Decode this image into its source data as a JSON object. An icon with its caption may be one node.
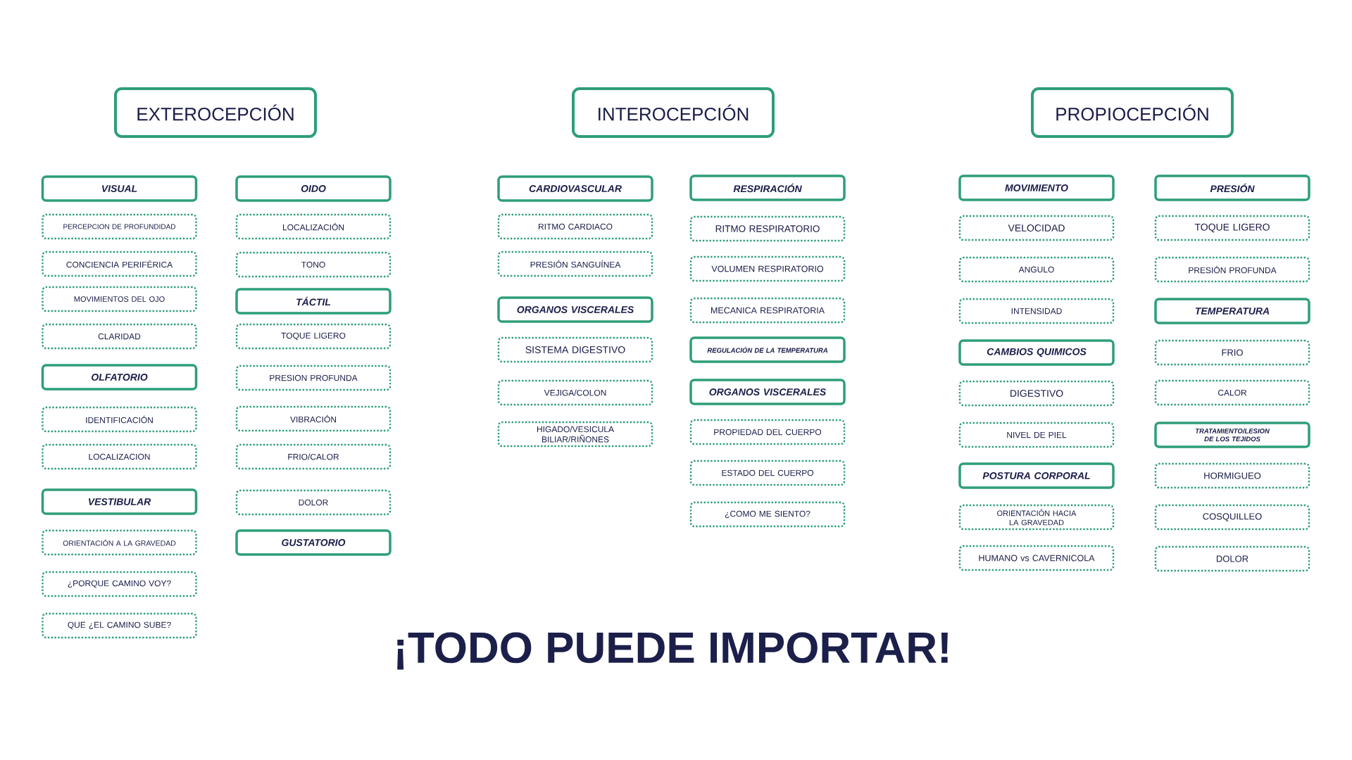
{
  "diagram": {
    "nodes": [
      {
        "text": [
          "EXTEROCEPCIÓN"
        ]
      },
      {
        "text": [
          "VISUAL"
        ]
      },
      {
        "text": [
          "PERCEPCION DE PROFUNDIDAD"
        ]
      },
      {
        "text": [
          "CONCIENCIA PERIFÉRICA"
        ]
      },
      {
        "text": [
          "MOVIMIENTOS DEL OJO"
        ]
      },
      {
        "text": [
          "CLARIDAD"
        ]
      },
      {
        "text": [
          "OLFATORIO"
        ]
      },
      {
        "text": [
          "IDENTIFICACIÓN"
        ]
      },
      {
        "text": [
          "LOCALIZACION"
        ]
      },
      {
        "text": [
          "VESTIBULAR"
        ]
      },
      {
        "text": [
          "ORIENTACIÓN A LA GRAVEDAD"
        ]
      },
      {
        "text": [
          "¿PORQUE CAMINO VOY?"
        ]
      },
      {
        "text": [
          "QUE ¿EL CAMINO SUBE?"
        ]
      },
      {
        "text": [
          "OIDO"
        ]
      },
      {
        "text": [
          "LOCALIZACIÓN"
        ]
      },
      {
        "text": [
          "TONO"
        ]
      },
      {
        "text": [
          "TÁCTIL"
        ]
      },
      {
        "text": [
          "TOQUE LIGERO"
        ]
      },
      {
        "text": [
          "PRESION PROFUNDA"
        ]
      },
      {
        "text": [
          "VIBRACIÓN"
        ]
      },
      {
        "text": [
          "FRIO/CALOR"
        ]
      },
      {
        "text": [
          "DOLOR"
        ]
      },
      {
        "text": [
          "GUSTATORIO"
        ]
      },
      {
        "text": [
          "INTEROCEPCIÓN"
        ]
      },
      {
        "text": [
          "CARDIOVASCULAR"
        ]
      },
      {
        "text": [
          "RITMO CARDIACO"
        ]
      },
      {
        "text": [
          "PRESIÓN SANGUÍNEA"
        ]
      },
      {
        "text": [
          "ORGANOS VISCERALES"
        ]
      },
      {
        "text": [
          "SISTEMA DIGESTIVO"
        ]
      },
      {
        "text": [
          "VEJIGA/COLON"
        ]
      },
      {
        "text": [
          "HIGADO/VESICULA BILIAR/RIÑONES"
        ]
      },
      {
        "text": [
          "RESPIRACIÓN"
        ]
      },
      {
        "text": [
          "RITMO RESPIRATORIO"
        ]
      },
      {
        "text": [
          "VOLUMEN RESPIRATORIO"
        ]
      },
      {
        "text": [
          "MECANICA RESPIRATORIA"
        ]
      },
      {
        "text": [
          "REGULACIÓN DE LA TEMPERATURA"
        ]
      },
      {
        "text": [
          "ORGANOS VISCERALES"
        ]
      },
      {
        "text": [
          "PROPIEDAD DEL CUERPO"
        ]
      },
      {
        "text": [
          "ESTADO DEL CUERPO"
        ]
      },
      {
        "text": [
          "¿COMO ME SIENTO?"
        ]
      },
      {
        "text": [
          "PROPIOCEPCIÓN"
        ]
      },
      {
        "text": [
          "MOVIMIENTO"
        ]
      },
      {
        "text": [
          "VELOCIDAD"
        ]
      },
      {
        "text": [
          "ANGULO"
        ]
      },
      {
        "text": [
          "INTENSIDAD"
        ]
      },
      {
        "text": [
          "CAMBIOS QUIMICOS"
        ]
      },
      {
        "text": [
          "DIGESTIVO"
        ]
      },
      {
        "text": [
          "NIVEL DE PIEL"
        ]
      },
      {
        "text": [
          "POSTURA CORPORAL"
        ]
      },
      {
        "text": [
          "ORIENTACIÓN HACIA LA GRAVEDAD"
        ]
      },
      {
        "text": [
          "HUMANO vs CAVERNICOLA"
        ]
      },
      {
        "text": [
          "PRESIÓN"
        ]
      },
      {
        "text": [
          "TOQUE LIGERO"
        ]
      },
      {
        "text": [
          "PRESIÓN PROFUNDA"
        ]
      },
      {
        "text": [
          "TEMPERATURA"
        ]
      },
      {
        "text": [
          "FRIO"
        ]
      },
      {
        "text": [
          "CALOR"
        ]
      },
      {
        "text": [
          "TRATAMIENTO/LESION DE LOS TEJIDOS"
        ]
      },
      {
        "text": [
          "HORMIGUEO"
        ]
      },
      {
        "text": [
          "COSQUILLEO"
        ]
      },
      {
        "text": [
          "DOLOR"
        ]
      }
    ],
    "labels": [
      "¡TODO PUEDE IMPORTAR!"
    ]
  }
}
